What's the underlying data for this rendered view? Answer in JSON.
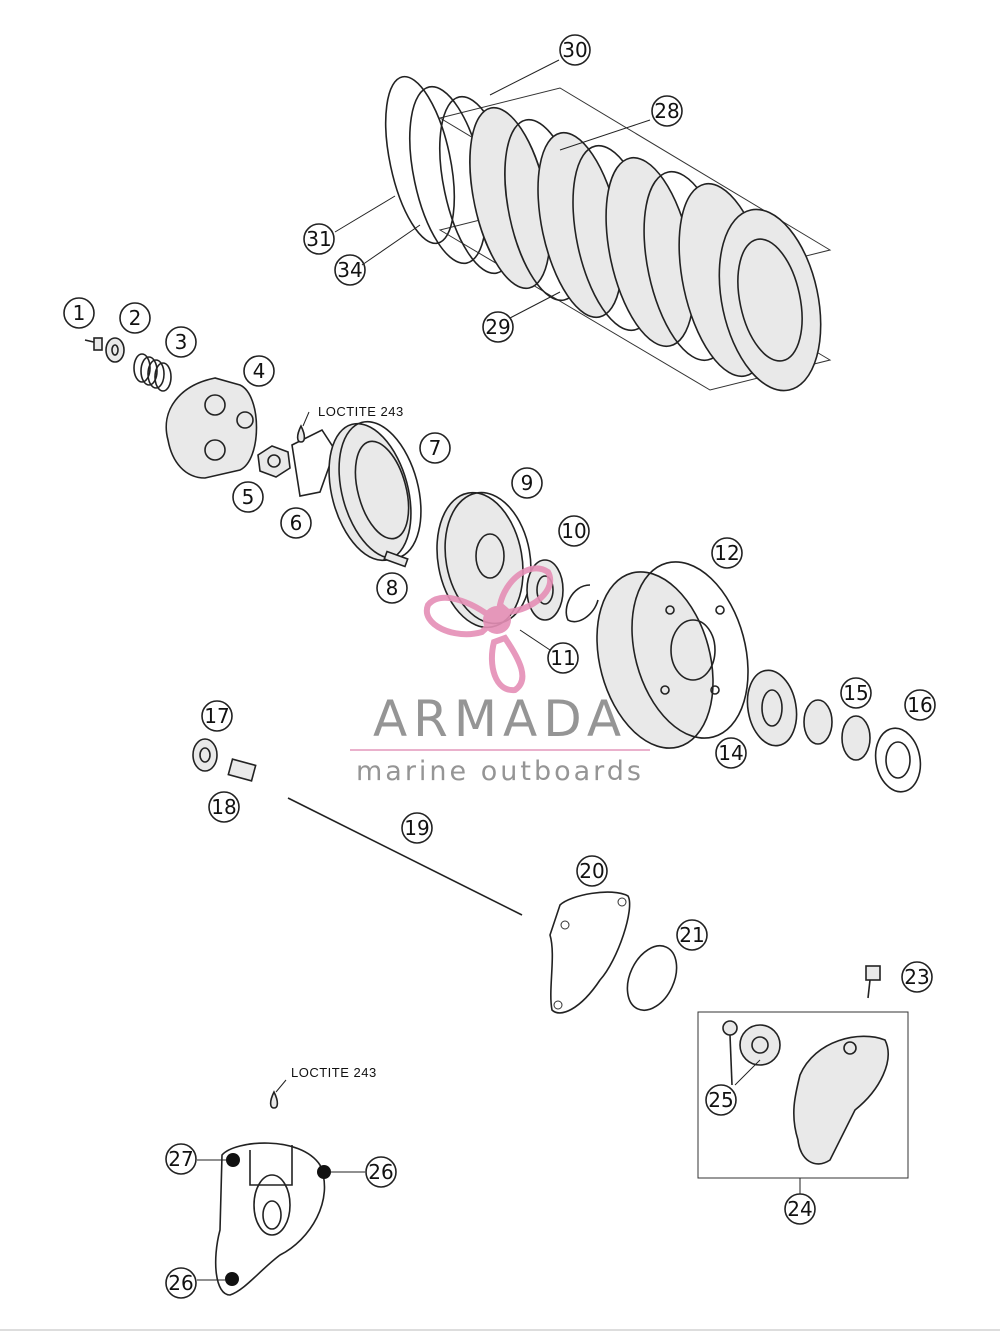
{
  "callouts": [
    "1",
    "2",
    "3",
    "4",
    "5",
    "6",
    "7",
    "8",
    "9",
    "10",
    "11",
    "12",
    "14",
    "15",
    "16",
    "17",
    "18",
    "19",
    "20",
    "21",
    "23",
    "24",
    "25",
    "26",
    "26",
    "27",
    "28",
    "29",
    "30",
    "31",
    "34"
  ],
  "notes": {
    "loctite_top": "LOCTITE 243",
    "loctite_bottom": "LOCTITE 243"
  },
  "watermark": {
    "title": "ARMADA",
    "subtitle": "marine outboards",
    "logo_color": "#e58fb6",
    "rule_color": "#e8a9c7"
  },
  "icons": [
    "propeller-logo-icon"
  ]
}
